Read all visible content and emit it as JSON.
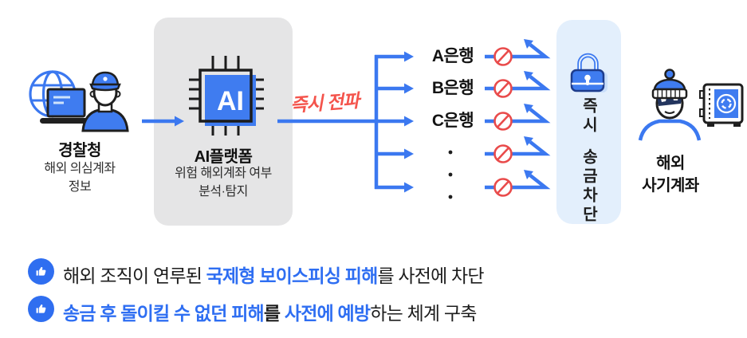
{
  "diagram": {
    "police": {
      "label": "경찰청",
      "desc_line1": "해외 의심계좌",
      "desc_line2": "정보"
    },
    "ai_platform": {
      "label": "AI플랫폼",
      "desc_line1": "위험 해외계좌 여부",
      "desc_line2": "분석·탐지",
      "chip_text": "AI"
    },
    "propagate_label": "즉시 전파",
    "banks": [
      "A은행",
      "B은행",
      "C은행"
    ],
    "bank_ellipsis_dots": 3,
    "blocked_rows": 5,
    "block_bar": {
      "word1": "즉시",
      "word2": "송금차단"
    },
    "fraud_account": {
      "label_line1": "해외",
      "label_line2": "사기계좌"
    }
  },
  "bullets": [
    {
      "segments": [
        {
          "text": "해외 조직이 연루된 "
        },
        {
          "text": "국제형 보이스피싱 피해"
        },
        {
          "text": "를 사전에 차단"
        }
      ]
    },
    {
      "segments": [
        {
          "text": "송금 후 돌이킬 수 없던 피해"
        },
        {
          "text": "를 "
        },
        {
          "text": "사전에 예방"
        },
        {
          "text": "하는 체계 구축"
        }
      ]
    }
  ],
  "colors": {
    "accent_blue": "#3b78f0",
    "text_blue": "#2e6ef2",
    "alert_red": "#e94b4b",
    "propagate_red": "#f4544c",
    "panel_gray": "#e5e5e6",
    "panel_light_blue": "#e3effc"
  }
}
